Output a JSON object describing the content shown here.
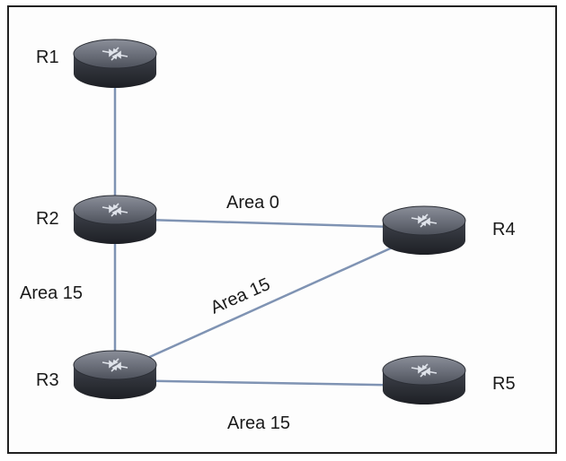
{
  "routers": [
    {
      "id": "R1",
      "label": "R1"
    },
    {
      "id": "R2",
      "label": "R2"
    },
    {
      "id": "R3",
      "label": "R3"
    },
    {
      "id": "R4",
      "label": "R4"
    },
    {
      "id": "R5",
      "label": "R5"
    }
  ],
  "links": [
    {
      "from": "R1",
      "to": "R2",
      "label": ""
    },
    {
      "from": "R2",
      "to": "R4",
      "label": "Area 0"
    },
    {
      "from": "R2",
      "to": "R3",
      "label": "Area 15"
    },
    {
      "from": "R3",
      "to": "R4",
      "label": "Area 15"
    },
    {
      "from": "R3",
      "to": "R5",
      "label": "Area 15"
    }
  ],
  "colors": {
    "router_body": "#3a3d46",
    "router_top": "#6f7380",
    "link": "#7f93b3",
    "text": "#1a1a1a"
  },
  "icon": "router-icon"
}
